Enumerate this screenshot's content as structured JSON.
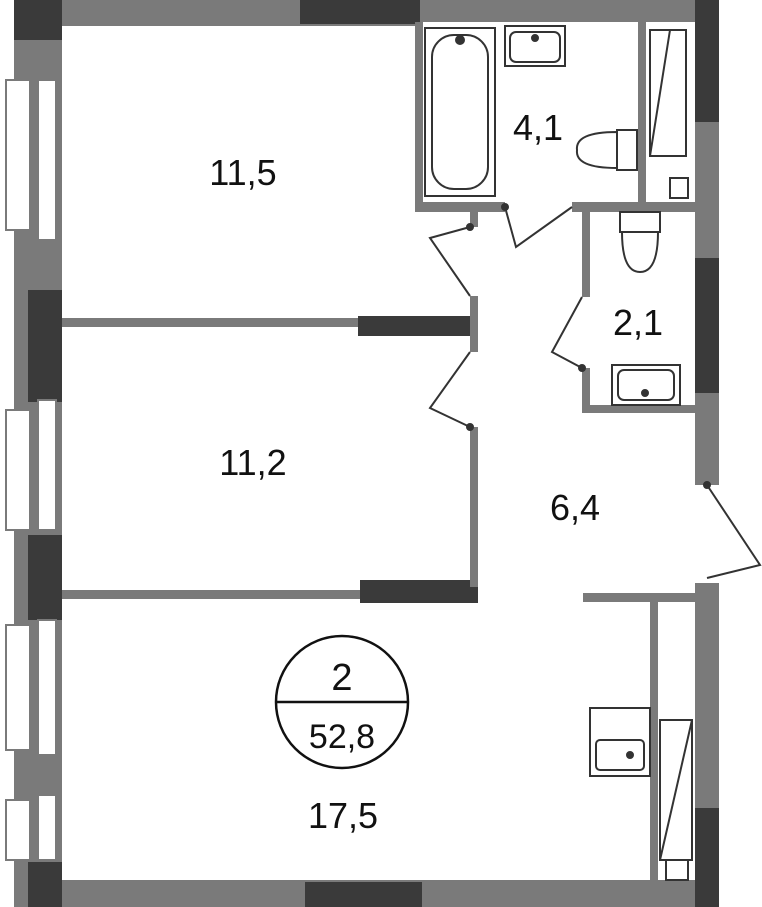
{
  "plan": {
    "rooms": [
      {
        "id": "bedroom-1",
        "area": "11,5"
      },
      {
        "id": "bathroom",
        "area": "4,1"
      },
      {
        "id": "toilet",
        "area": "2,1"
      },
      {
        "id": "bedroom-2",
        "area": "11,2"
      },
      {
        "id": "hallway",
        "area": "6,4"
      },
      {
        "id": "living-kitchen",
        "area": "17,5"
      }
    ],
    "badge": {
      "rooms_count": "2",
      "total_area": "52,8"
    }
  },
  "colors": {
    "wall": "#7a7a7a",
    "wall_dark": "#3a3a3a",
    "window": "#ffffff",
    "fixture_stroke": "#333333"
  }
}
